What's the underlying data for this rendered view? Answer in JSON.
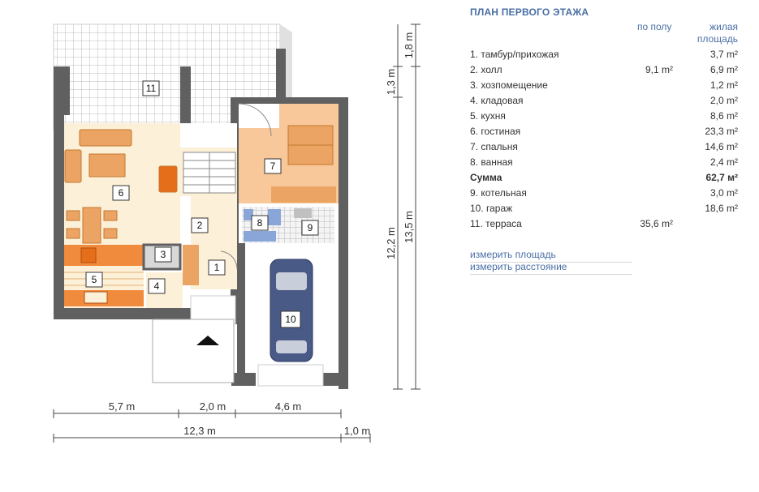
{
  "panel": {
    "title": "ПЛАН ПЕРВОГО ЭТАЖА",
    "col_floor": "по полу",
    "col_living_1": "жилая",
    "col_living_2": "площадь",
    "rooms": [
      {
        "name": "1. тамбур/прихожая",
        "floor": "",
        "living": "3,7 m²"
      },
      {
        "name": "2. холл",
        "floor": "9,1 m²",
        "living": "6,9 m²"
      },
      {
        "name": "3. хозпомещение",
        "floor": "",
        "living": "1,2 m²"
      },
      {
        "name": "4. кладовая",
        "floor": "",
        "living": "2,0 m²"
      },
      {
        "name": "5. кухня",
        "floor": "",
        "living": "8,6 m²"
      },
      {
        "name": "6. гостиная",
        "floor": "",
        "living": "23,3 m²"
      },
      {
        "name": "7. спальня",
        "floor": "",
        "living": "14,6 m²"
      },
      {
        "name": "8. ванная",
        "floor": "",
        "living": "2,4 m²"
      },
      {
        "name": "Сумма",
        "floor": "",
        "living": "62,7 м²"
      },
      {
        "name": "9. котельная",
        "floor": "",
        "living": "3,0 m²"
      },
      {
        "name": "10. гараж",
        "floor": "",
        "living": "18,6 m²"
      },
      {
        "name": "11. терраса",
        "floor": "35,6 m²",
        "living": ""
      }
    ],
    "measure_area": "измерить площадь",
    "measure_distance": "измерить расстояние"
  },
  "plan": {
    "dimensions": {
      "bottom_1": "5,7 m",
      "bottom_2": "2,0 m",
      "bottom_3": "4,6 m",
      "total_width": "12,3 m",
      "extra_width": "1,0 m",
      "right_top": "1,8 m",
      "right_mid": "1,3 m",
      "right_inner": "12,2 m",
      "right_outer": "13,5 m"
    },
    "room_numbers": [
      "1",
      "2",
      "3",
      "4",
      "5",
      "6",
      "7",
      "8",
      "9",
      "10",
      "11"
    ]
  },
  "colors": {
    "wall": "#606060",
    "living_floor": "#fdf0d8",
    "bedroom_floor": "#f8c89a",
    "kitchen_orange": "#f08a3c",
    "furniture_wood": "#eca464",
    "garage_car": "#4a5a86",
    "link_blue": "#4a6fa5",
    "tile_grid": "#bbbbbb"
  }
}
